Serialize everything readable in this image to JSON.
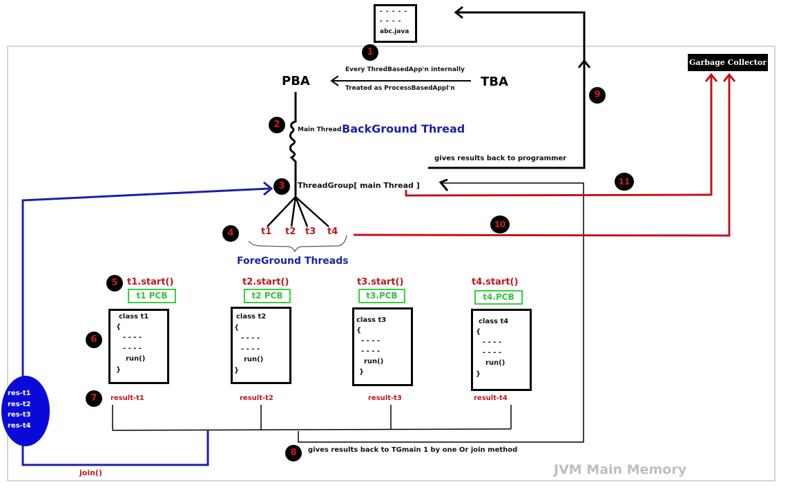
{
  "diagram": {
    "title": "JVM Main Memory",
    "source_file": {
      "lines": [
        "- - - - -",
        "- - - -"
      ],
      "filename": "abc.java"
    },
    "nodes": {
      "pba": "PBA",
      "tba": "TBA",
      "garbage_collector": "Garbage Collector",
      "main_thread_label": "Main Thread",
      "background_thread": "BackGround Thread",
      "thread_group": "ThreadGroup[  main Thread  ]",
      "foreground_threads": "ForeGround Threads",
      "threads": [
        "t1",
        "t2",
        "t3",
        "t4"
      ]
    },
    "annotations": {
      "tba_to_pba_top": "Every ThredBasedApp'n internally",
      "tba_to_pba_bottom": "Treated as ProcessBasedAppl'n",
      "results_to_programmer": "gives results back to programmer",
      "results_to_tg": "gives results back to TGmain 1 by one  Or join method",
      "join": "join()"
    },
    "step_badges": [
      "1",
      "2",
      "3",
      "4",
      "5",
      "6",
      "7",
      "8",
      "9",
      "10",
      "11"
    ],
    "thread_blocks": [
      {
        "start": "t1.start()",
        "pcb": "t1 PCB",
        "class_name": "class t1",
        "open": "{",
        "line1": "- - - -",
        "line2": "- - - -",
        "method": "run()",
        "close": "}",
        "result": "result-t1"
      },
      {
        "start": "t2.start()",
        "pcb": "t2 PCB",
        "class_name": "class t2",
        "open": "{",
        "line1": "- - - -",
        "line2": "- - - -",
        "method": "run()",
        "close": "}",
        "result": "result-t2"
      },
      {
        "start": "t3.start()",
        "pcb": "t3.PCB",
        "class_name": "class t3",
        "open": "{",
        "line1": "- - - -",
        "line2": "- - - -",
        "method": "run()",
        "close": "}",
        "result": "result-t3"
      },
      {
        "start": "t4.start()",
        "pcb": "t4.PCB",
        "class_name": "class t4",
        "open": "{",
        "line1": "- - - -",
        "line2": "- - - -",
        "method": "run()",
        "close": "}",
        "result": "result-t4"
      }
    ],
    "result_store": [
      "res-t1",
      "res-t2",
      "res-t3",
      "res-t4"
    ],
    "colors": {
      "step_red": "#c0151b",
      "flow_blue": "#1b1fa8",
      "join_blue": "#0a0ad8",
      "pcb_green": "#34d23a",
      "memory_border": "#c8c8c8",
      "memory_label": "#bfbfbf"
    }
  }
}
